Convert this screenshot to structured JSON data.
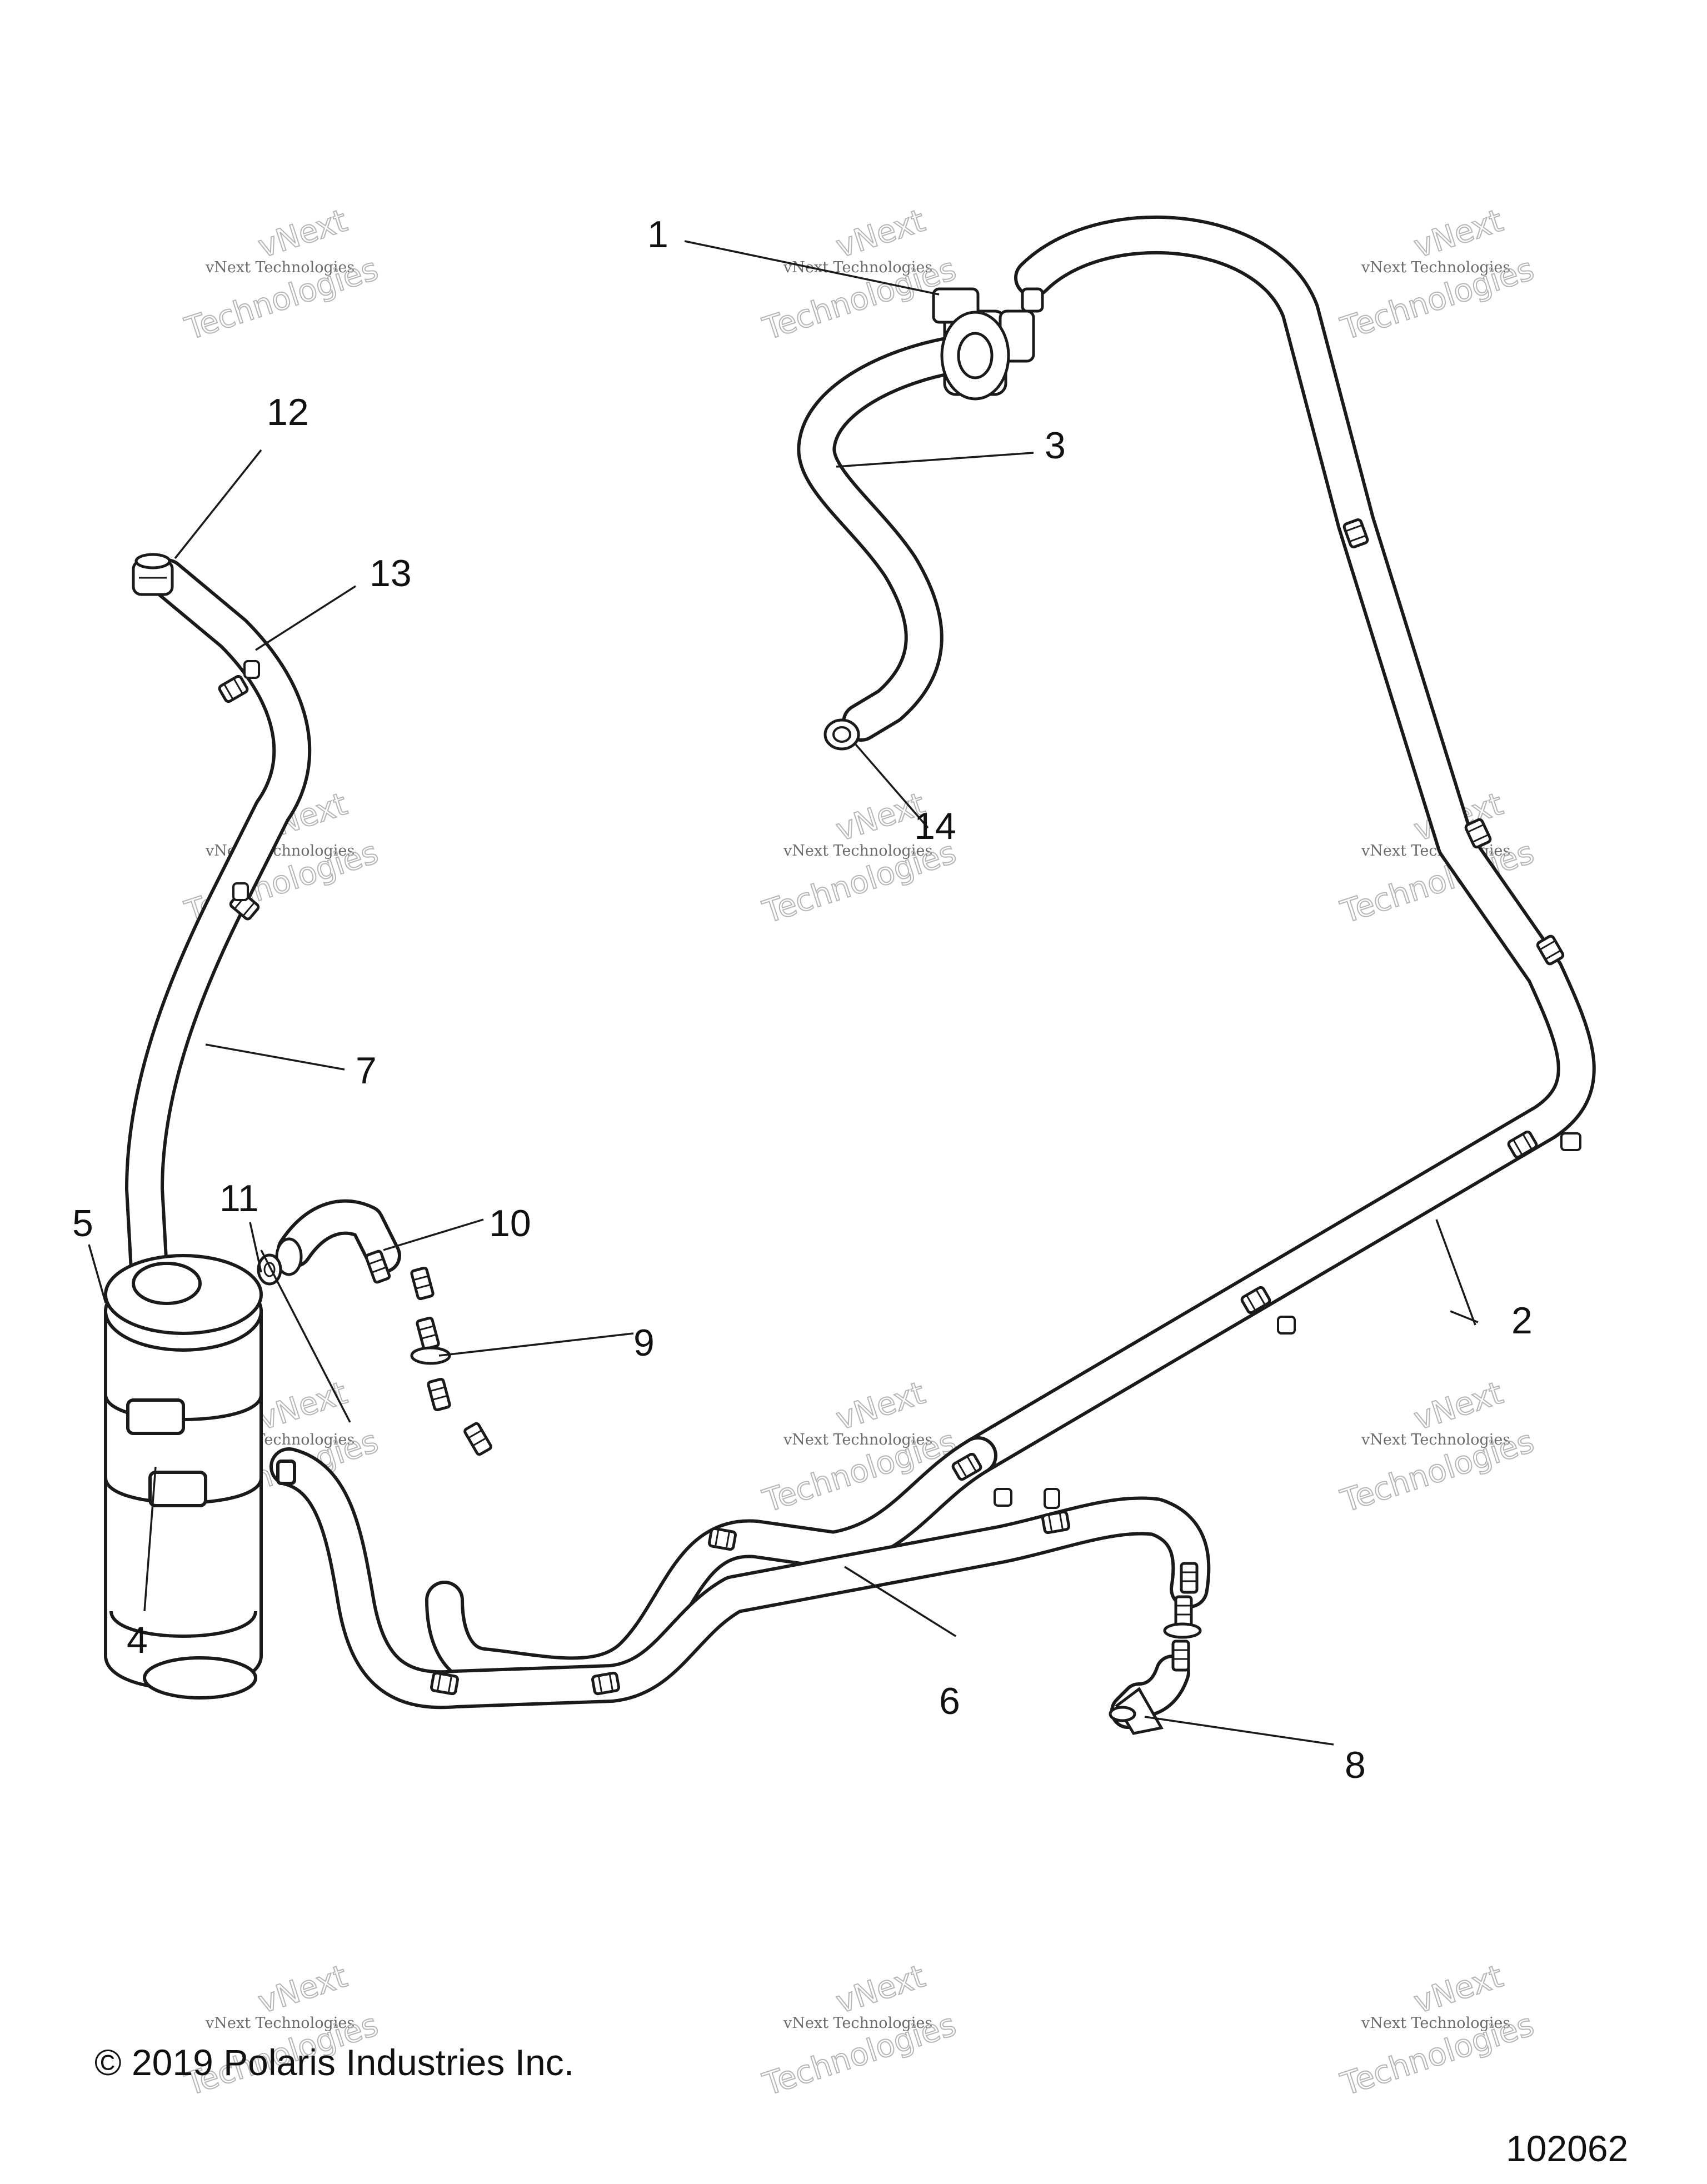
{
  "watermark": {
    "line1": "vNext",
    "line2": "vNext Technologies",
    "line3": "Technologies"
  },
  "callouts": [
    "1",
    "2",
    "3",
    "4",
    "5",
    "6",
    "7",
    "8",
    "9",
    "10",
    "11",
    "12",
    "13",
    "14"
  ],
  "footer": {
    "copyright": "© 2019 Polaris Industries Inc.",
    "figure_number": "102062"
  },
  "colors": {
    "line": "#1a1a1a",
    "fill": "#ffffff",
    "watermark": "#b5b5b5"
  }
}
